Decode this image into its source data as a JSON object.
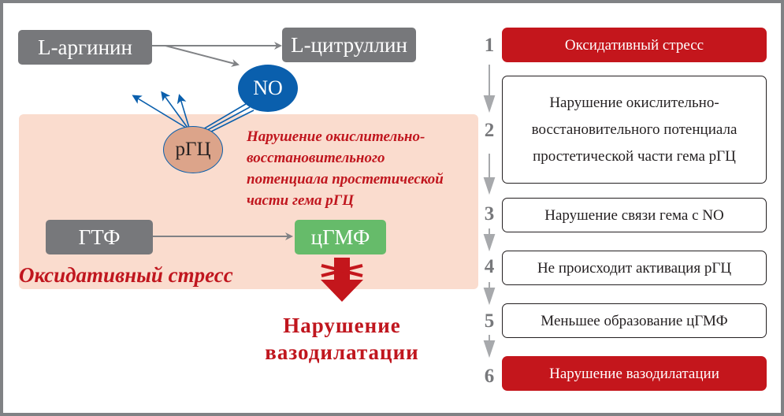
{
  "colors": {
    "gray_box": "#77787b",
    "pink_zone": "#fadcce",
    "accent_red": "#c4161c",
    "no_blue": "#0a5fad",
    "rgc_fill": "#dca48a",
    "cgmp_green": "#66bb6a"
  },
  "left": {
    "arginine": "L-аргинин",
    "citrulline": "L-цитруллин",
    "no": "NO",
    "rgc": "рГЦ",
    "gtp": "ГТФ",
    "cgmp": "цГМФ",
    "note_lines": [
      "Нарушение окислительно-",
      "восстановительного",
      "потенциала простетической",
      "части гема рГЦ"
    ],
    "oxidative_stress": "Оксидативный стресс",
    "result_lines": [
      "Нарушение",
      "вазодилатации"
    ]
  },
  "steps": [
    {
      "num": "1",
      "lines": [
        "Оксидативный стресс"
      ],
      "highlight": true
    },
    {
      "num": "2",
      "lines": [
        "Нарушение окислительно-",
        "восстановительного потенциала",
        "простетической части гема рГЦ"
      ],
      "highlight": false
    },
    {
      "num": "3",
      "lines": [
        "Нарушение связи гема с NO"
      ],
      "highlight": false
    },
    {
      "num": "4",
      "lines": [
        "Не происходит активация рГЦ"
      ],
      "highlight": false
    },
    {
      "num": "5",
      "lines": [
        "Меньшее образование цГМФ"
      ],
      "highlight": false
    },
    {
      "num": "6",
      "lines": [
        "Нарушение вазодилатации"
      ],
      "highlight": true
    }
  ]
}
